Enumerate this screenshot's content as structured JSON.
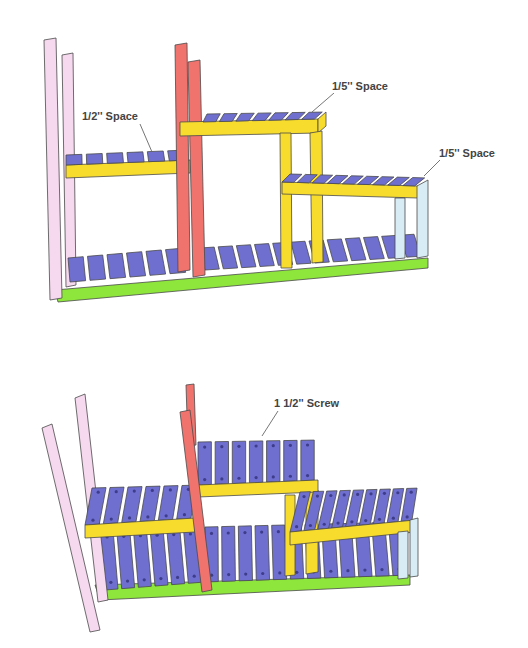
{
  "diagram": {
    "labels": [
      "1/2'' Space",
      "1/5'' Space",
      "1/5'' Space",
      "1 1/2'' Screw"
    ]
  }
}
